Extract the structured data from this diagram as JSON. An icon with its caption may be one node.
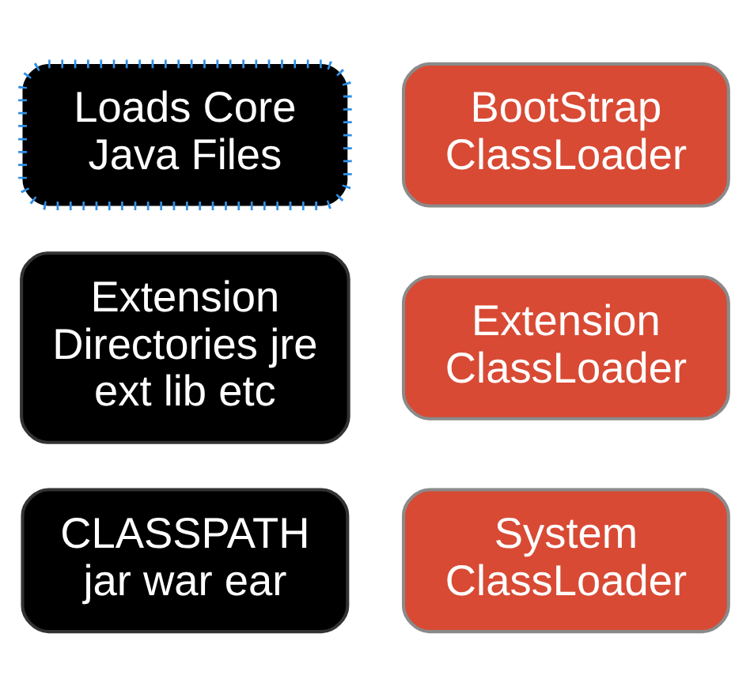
{
  "diagram": {
    "nodes": [
      {
        "text": [
          "Loads Core Java Files"
        ]
      },
      {
        "text": [
          "BootStrap ClassLoader"
        ]
      },
      {
        "text": [
          "Extension Directories jre ext lib etc"
        ]
      },
      {
        "text": [
          "Extension ClassLoader"
        ]
      },
      {
        "text": [
          "CLASSPATH jar war ear"
        ]
      },
      {
        "text": [
          "System ClassLoader"
        ]
      }
    ]
  }
}
